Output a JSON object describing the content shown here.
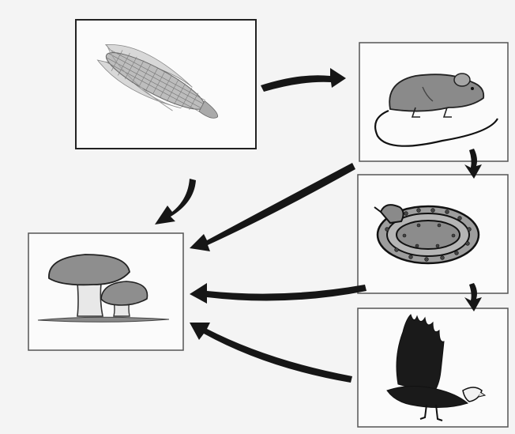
{
  "diagram": {
    "type": "food-web",
    "nodes": [
      {
        "id": "corn",
        "icon": "corn-icon"
      },
      {
        "id": "mouse",
        "icon": "mouse-icon"
      },
      {
        "id": "snake",
        "icon": "snake-icon"
      },
      {
        "id": "eagle",
        "icon": "eagle-icon"
      },
      {
        "id": "mushroom",
        "icon": "mushroom-icon"
      }
    ],
    "edges": [
      {
        "from": "corn",
        "to": "mouse"
      },
      {
        "from": "mouse",
        "to": "snake"
      },
      {
        "from": "snake",
        "to": "eagle"
      },
      {
        "from": "corn",
        "to": "mushroom"
      },
      {
        "from": "mouse",
        "to": "mushroom"
      },
      {
        "from": "snake",
        "to": "mushroom"
      },
      {
        "from": "eagle",
        "to": "mushroom"
      }
    ]
  },
  "colors": {
    "background": "#f4f4f4",
    "box_border": "#222222",
    "arrow": "#161616",
    "figure_gray": "#8a8a8a"
  }
}
